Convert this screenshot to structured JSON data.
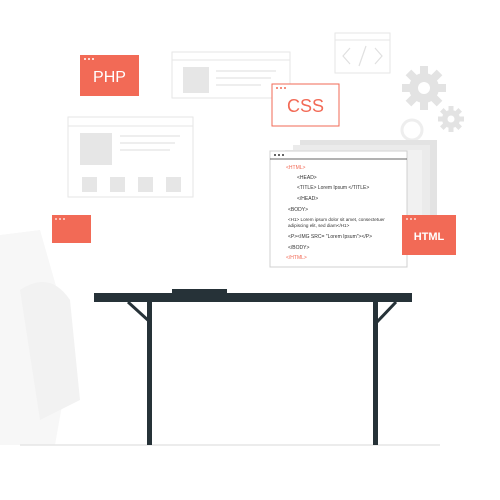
{
  "illustration": {
    "php_label": "PHP",
    "css_label": "CSS",
    "html_label": "HTML",
    "code_icon_glyph": "</>"
  },
  "code_lines": [
    "<HTML>",
    "<HEAD>",
    "<TITLE> Lorem Ipsum </TITLE>",
    "</HEAD>",
    "<BODY>",
    "<H1> Lorem ipsum dolor sit amet, consectetuer",
    "adipiscing elit, sed diam</H1>",
    "<P><IMG SRC= \"Lorem Ipsum\"></P>",
    "</BODY>",
    "</HTML>"
  ],
  "colors": {
    "accent": "#f26a56",
    "dark": "#263238",
    "light_gray": "#e0e0e0",
    "mid_gray": "#c7c7c7",
    "outline_gray": "#d9d9d9"
  },
  "icons": [
    "gear-icon",
    "code-brackets-icon",
    "window-dots-icon"
  ]
}
